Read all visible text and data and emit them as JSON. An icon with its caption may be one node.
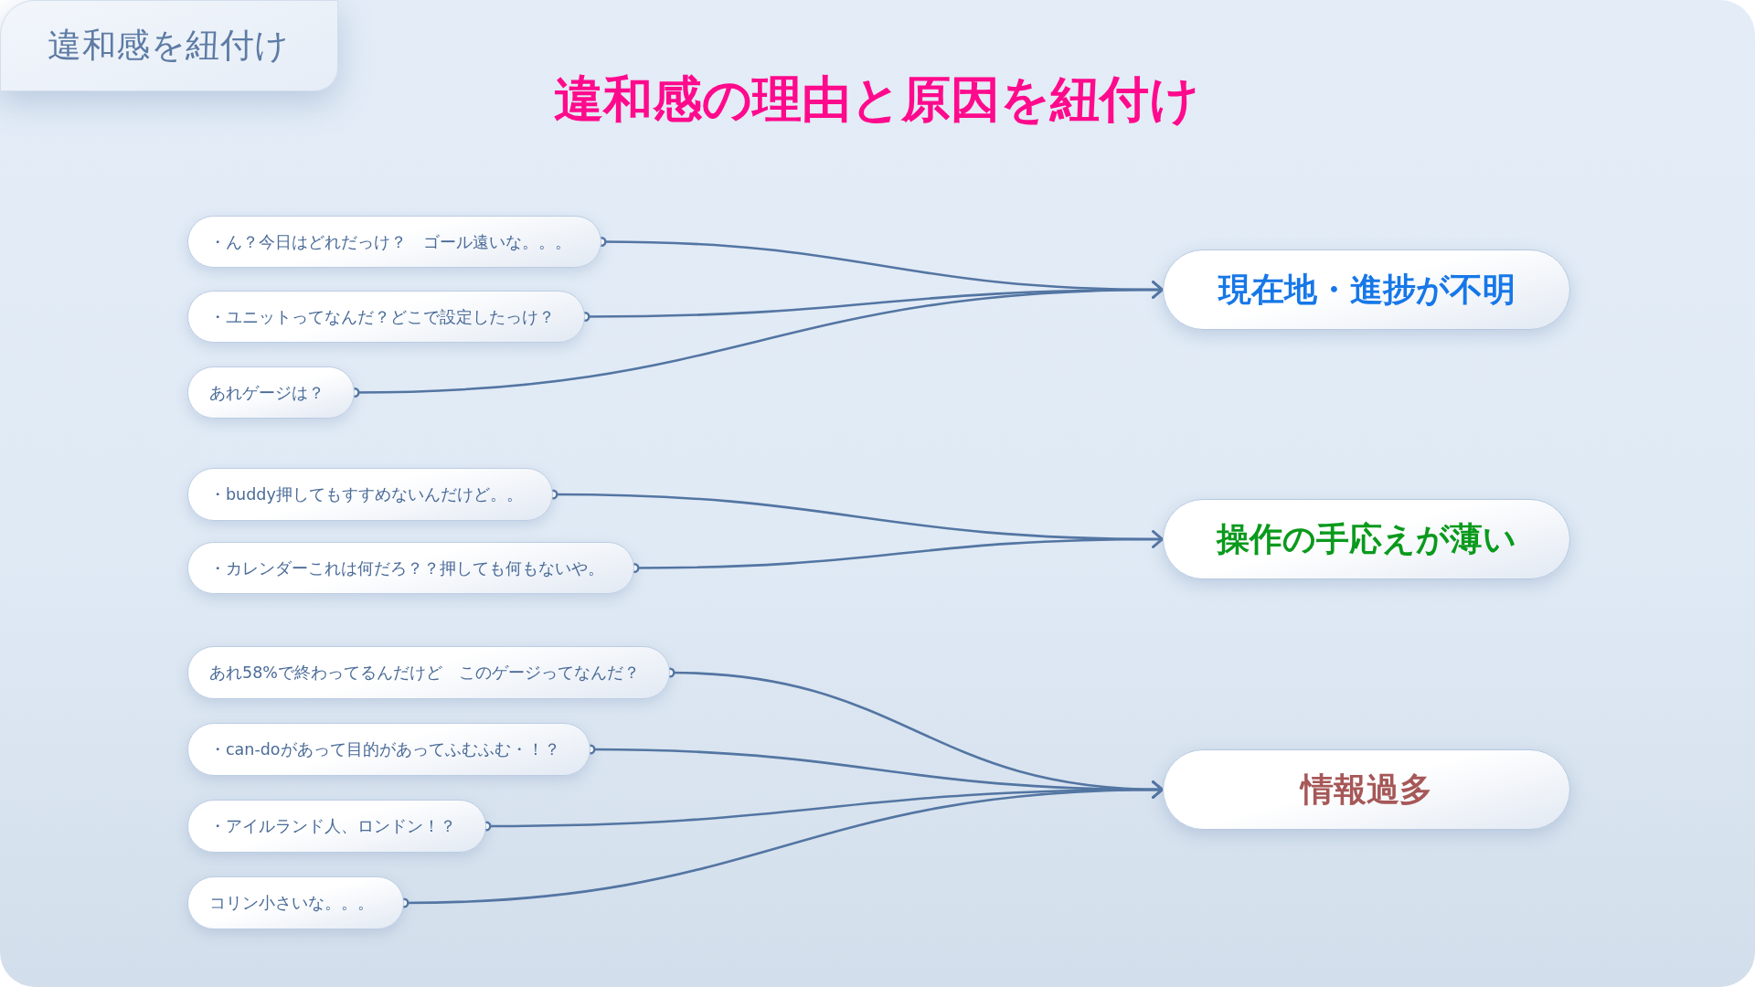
{
  "diagram": {
    "title": "違和感の理由と原因を紐付け",
    "nodes": [
      {
        "text": [
          "違和感を紐付け"
        ]
      },
      {
        "text": [
          "・ん？今日はどれだっけ？　ゴール遠いな。。。"
        ]
      },
      {
        "text": [
          "・ユニットってなんだ？どこで設定したっけ？"
        ]
      },
      {
        "text": [
          "あれゲージは？"
        ]
      },
      {
        "text": [
          "・buddy押してもすすめないんだけど。。"
        ]
      },
      {
        "text": [
          "・カレンダーこれは何だろ？？押しても何もないや。"
        ]
      },
      {
        "text": [
          "あれ58%で終わってるんだけど　このゲージってなんだ？"
        ]
      },
      {
        "text": [
          "・can-doがあって目的があってふむふむ・！？"
        ]
      },
      {
        "text": [
          "・アイルランド人、ロンドン！？"
        ]
      },
      {
        "text": [
          "コリン小さいな。。。"
        ]
      },
      {
        "text": [
          "現在地・進捗が不明"
        ]
      },
      {
        "text": [
          "操作の手応えが薄い"
        ]
      },
      {
        "text": [
          "情報過多"
        ]
      }
    ],
    "edges": [
      {
        "from": 1,
        "to": 10,
        "arrow": "to"
      },
      {
        "from": 2,
        "to": 10,
        "arrow": "to"
      },
      {
        "from": 3,
        "to": 10,
        "arrow": "to"
      },
      {
        "from": 4,
        "to": 11,
        "arrow": "to"
      },
      {
        "from": 5,
        "to": 11,
        "arrow": "to"
      },
      {
        "from": 6,
        "to": 12,
        "arrow": "to"
      },
      {
        "from": 7,
        "to": 12,
        "arrow": "to"
      },
      {
        "from": 8,
        "to": 12,
        "arrow": "to"
      },
      {
        "from": 9,
        "to": 12,
        "arrow": "to"
      }
    ]
  }
}
